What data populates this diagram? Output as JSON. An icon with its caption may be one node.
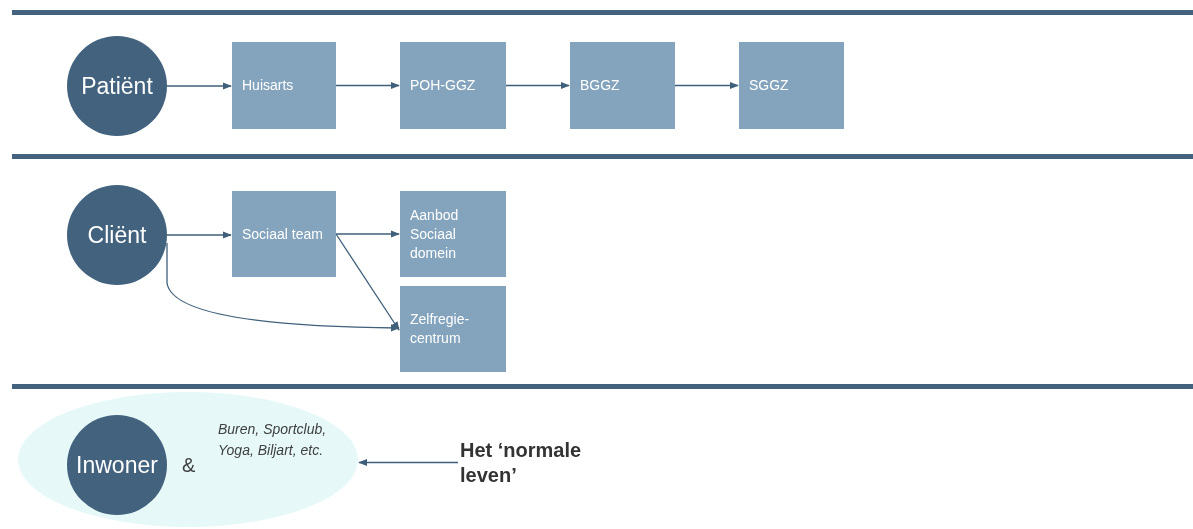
{
  "diagram": {
    "nodes": [
      {
        "text": [
          "Patiënt"
        ]
      },
      {
        "text": [
          "Huisarts"
        ]
      },
      {
        "text": [
          "POH-GGZ"
        ]
      },
      {
        "text": [
          "BGGZ"
        ]
      },
      {
        "text": [
          "SGGZ"
        ]
      },
      {
        "text": [
          "Cliënt"
        ]
      },
      {
        "text": [
          "Sociaal team"
        ]
      },
      {
        "text": [
          "Aanbod Sociaal domein"
        ]
      },
      {
        "text": [
          "Zelfregie- centrum"
        ]
      },
      {
        "text": [
          "&",
          "Buren, Sportclub, Yoga, Biljart, etc."
        ]
      },
      {
        "text": [
          "Inwoner"
        ],
        "in": 9
      },
      {
        "text": [
          "Het ‘normale leven’"
        ]
      }
    ],
    "edges": [
      {
        "from": 0,
        "to": 1,
        "arrow": "to"
      },
      {
        "from": 1,
        "to": 2,
        "arrow": "to"
      },
      {
        "from": 2,
        "to": 3,
        "arrow": "to"
      },
      {
        "from": 3,
        "to": 4,
        "arrow": "to"
      },
      {
        "from": 5,
        "to": 6,
        "arrow": "to"
      },
      {
        "from": 6,
        "to": 7,
        "arrow": "to"
      },
      {
        "from": 6,
        "to": 8,
        "arrow": "to"
      },
      {
        "from": 5,
        "to": 8,
        "arrow": "to"
      },
      {
        "from": 11,
        "to": 9,
        "arrow": "to"
      }
    ]
  }
}
